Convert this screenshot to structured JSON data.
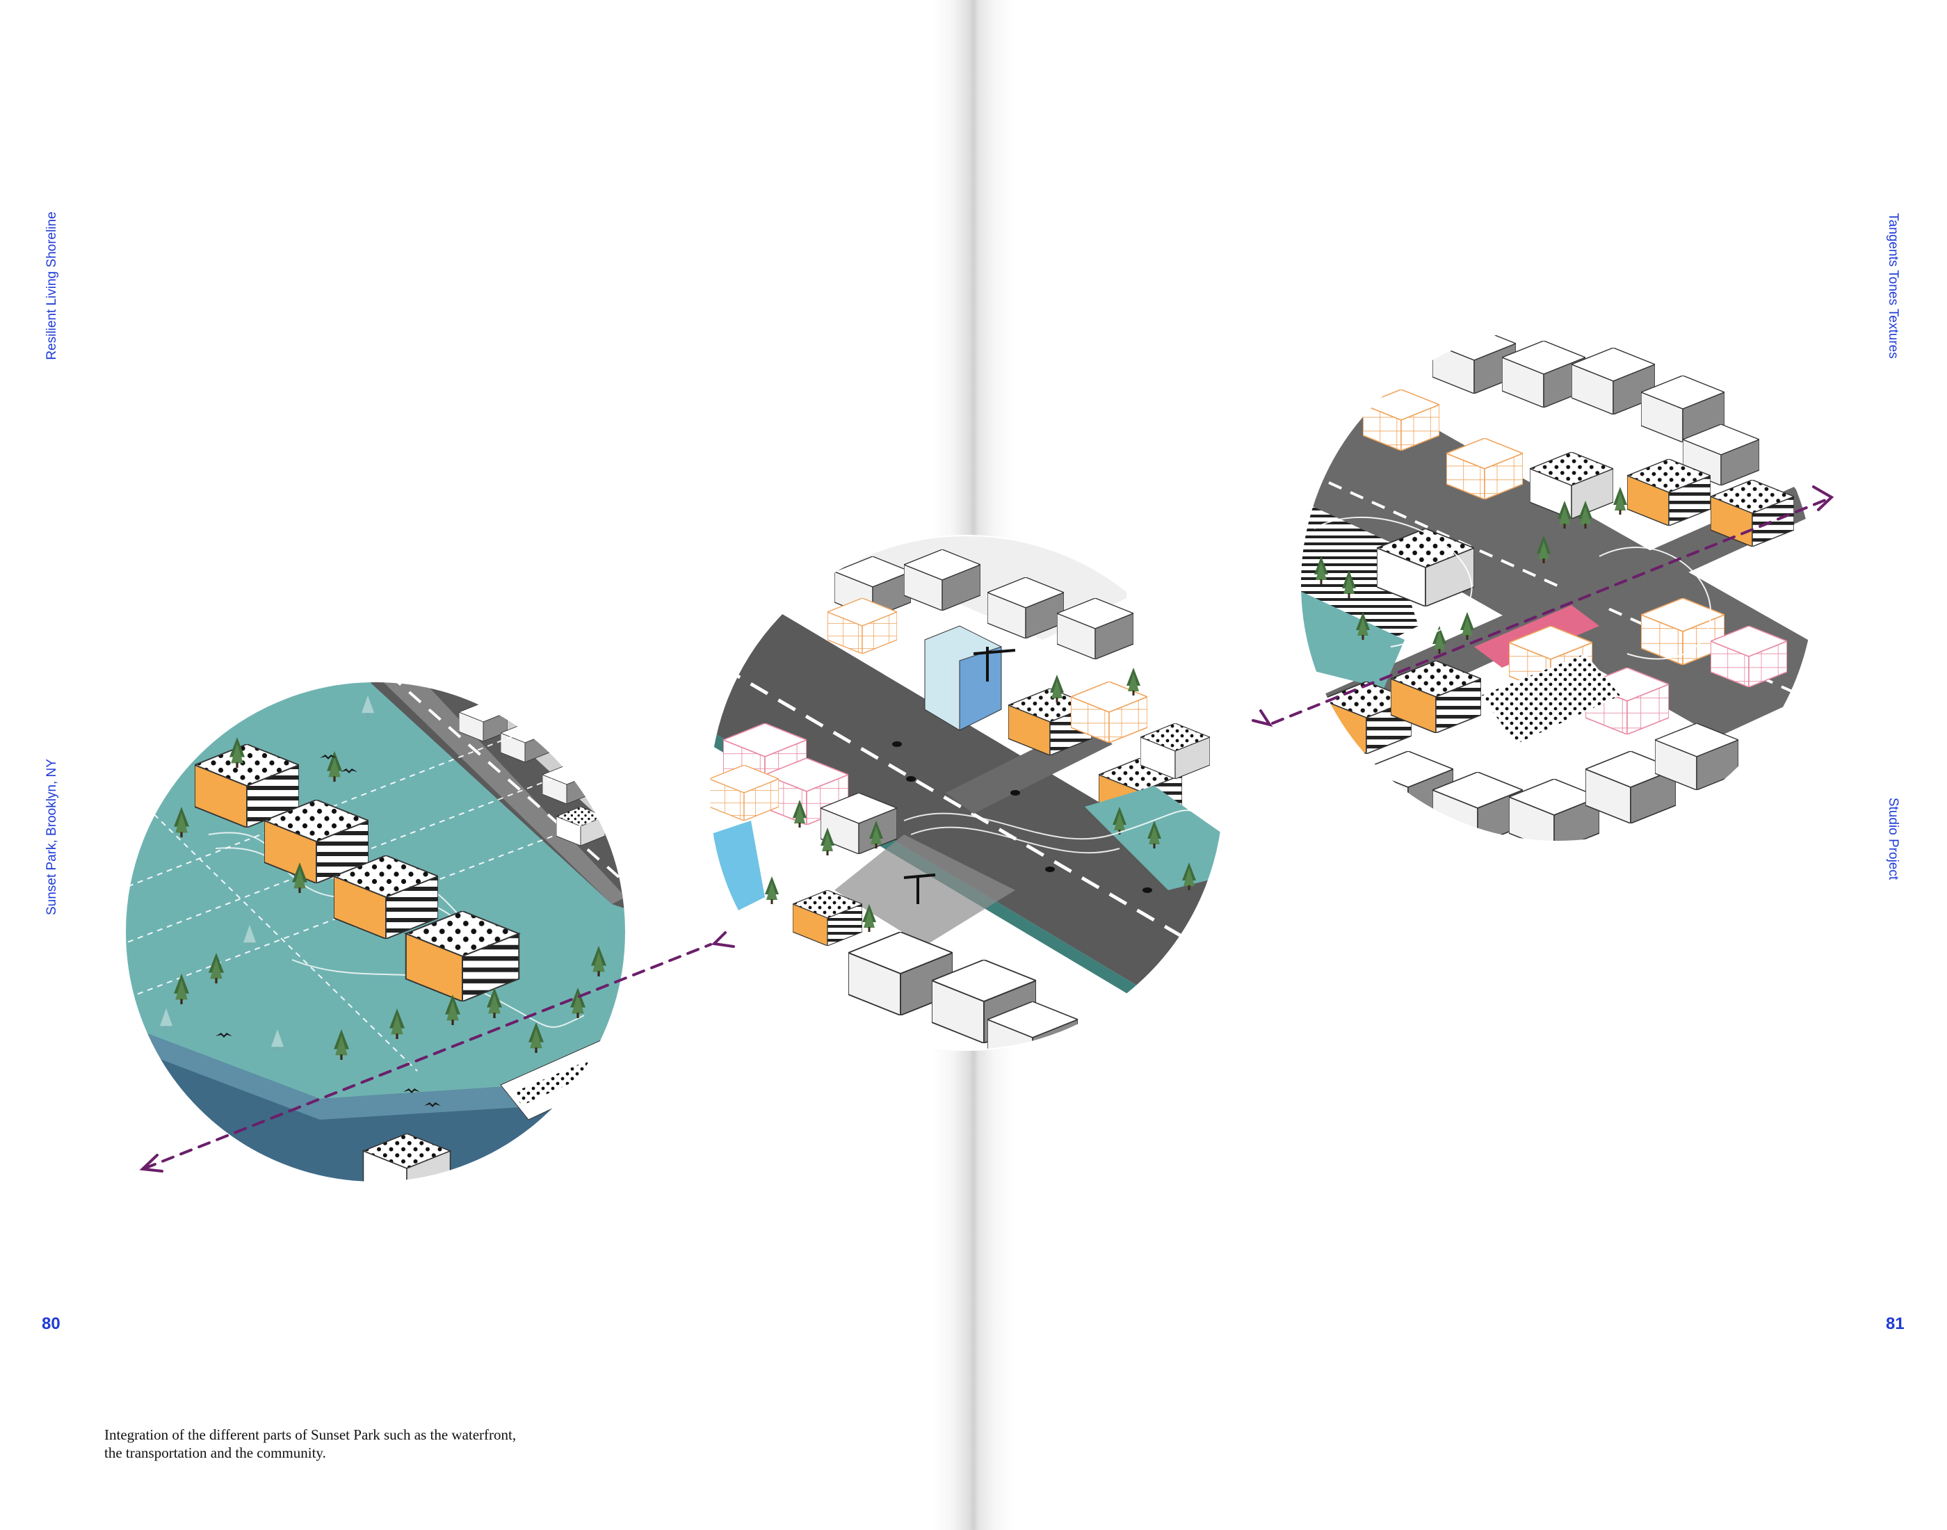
{
  "left_page": {
    "running_title_top": "Resilient Living Shoreline",
    "running_title_bottom": "Sunset Park, Brooklyn, NY",
    "page_number": "80"
  },
  "right_page": {
    "running_title_top": "Tangents Tones Textures",
    "running_title_bottom": "Studio Project",
    "page_number": "81"
  },
  "caption": "Integration of the different parts of Sunset Park such as the waterfront, the transportation and the community.",
  "colors": {
    "accent_text": "#1f3bd6",
    "arrow": "#6b1f6a",
    "water_teal": "#6fb3b1",
    "deep_water": "#3f6a86",
    "road": "#5a5a5a",
    "building_orange": "#f5a94a"
  },
  "illustrations": [
    {
      "name": "waterfront-vignette"
    },
    {
      "name": "transportation-vignette"
    },
    {
      "name": "community-vignette"
    }
  ]
}
